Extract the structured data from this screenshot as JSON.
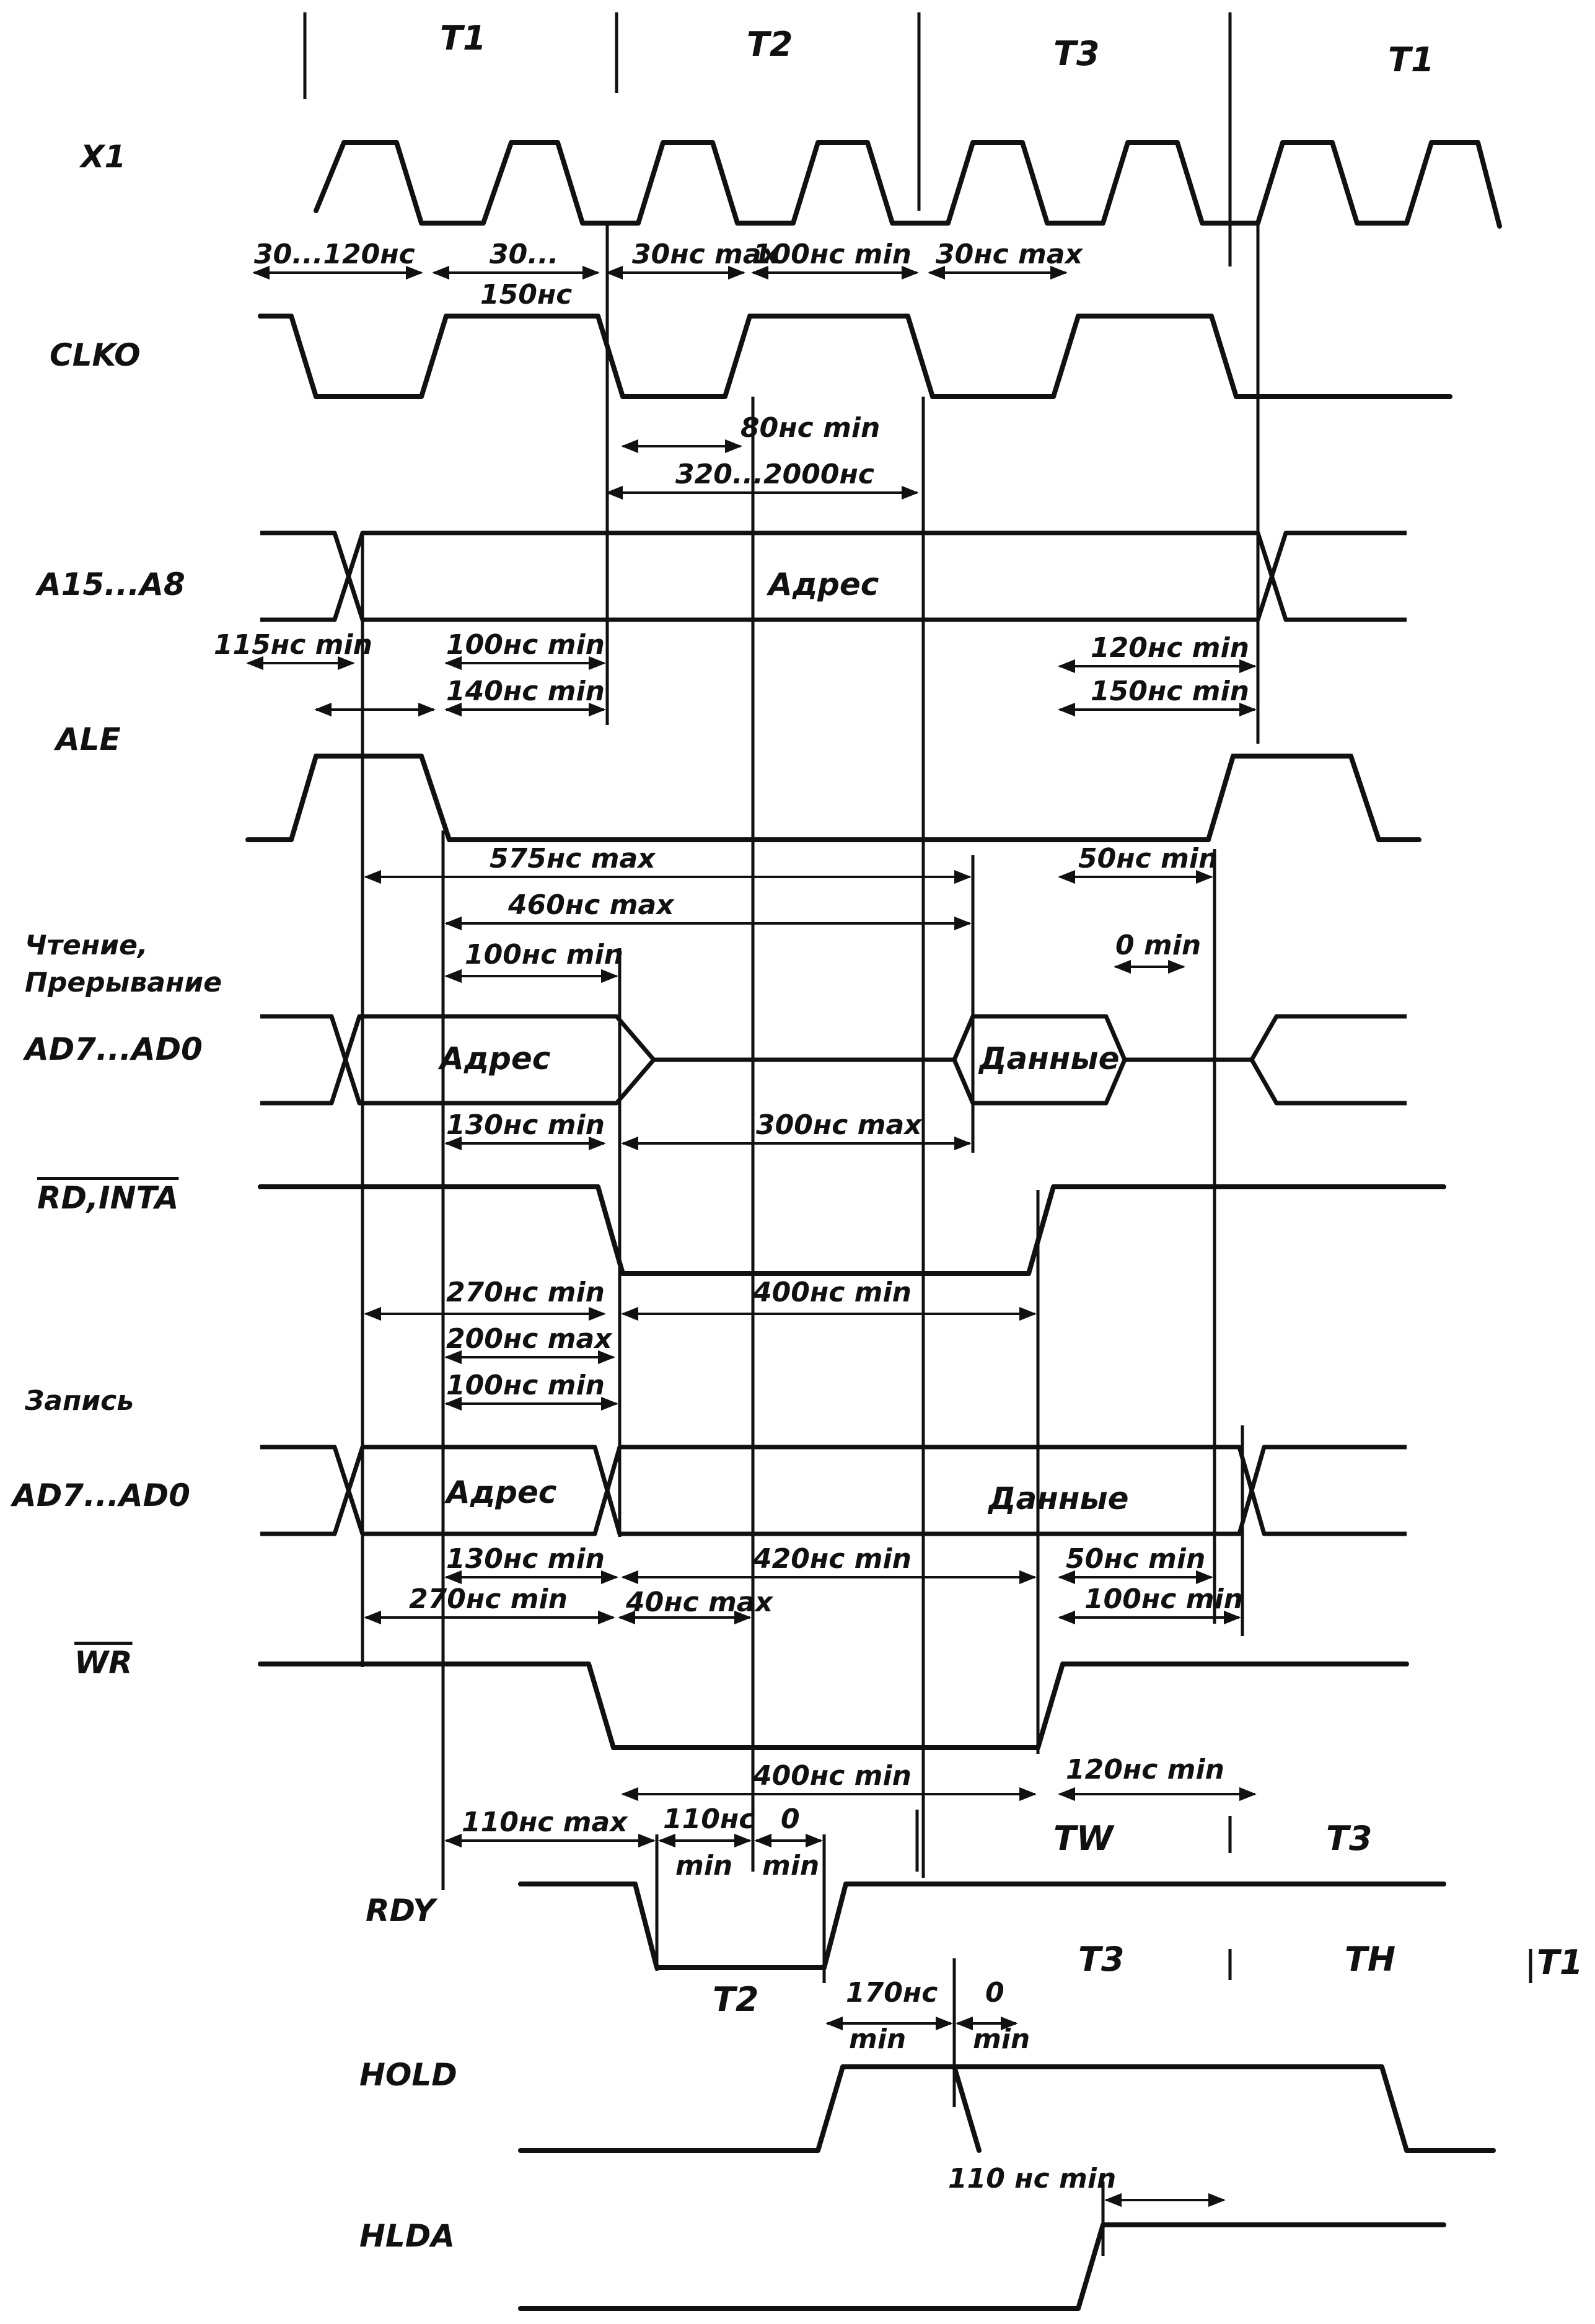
{
  "periods": {
    "top": [
      "T1",
      "T2",
      "T3",
      "T1"
    ],
    "rdy": [
      "TW",
      "T3"
    ],
    "rdy_low": "T2",
    "hold": [
      "T3",
      "TH",
      "T1"
    ]
  },
  "signals": {
    "x1": "X1",
    "clko": "CLKO",
    "a15_a8": "A15...A8",
    "ale": "ALE",
    "read_section_1": "Чтение,",
    "read_section_2": "Прерывание",
    "ad_read": "AD7...AD0",
    "rd_inta": "RD,INTA",
    "write_section": "Запись",
    "ad_write": "AD7...AD0",
    "wr": "WR",
    "rdy": "RDY",
    "hold": "HOLD",
    "hlda": "HLDA"
  },
  "bus_labels": {
    "address": "Адрес",
    "read_address": "Адрес",
    "read_data": "Данные",
    "write_address": "Адрес",
    "write_data": "Данные"
  },
  "timings": {
    "x1_clko_delay": "30...120нс",
    "clko_high_1": "30...",
    "clko_high_2": "150нс",
    "clko_fall": "30нс max",
    "clko_high_min": "100нс min",
    "clko_rise": "30нс max",
    "clko_low_min": "80нс min",
    "clko_period": "320...2000нс",
    "addr_setup_ale": "115нс min",
    "ale_hold": "100нс min",
    "ale_width": "140нс min",
    "addr_hold_rd": "120нс min",
    "ale_to_next": "150нс min",
    "addr_valid_data": "575нс max",
    "ale_valid_data": "460нс max",
    "ale_to_rd": "100нс min",
    "rd_to_ale": "50нс min",
    "data_hold": "0 min",
    "addr_float_rd": "130нс min",
    "rd_to_data": "300нс max",
    "addr_to_rd": "270нс min",
    "rd_width": "400нс min",
    "ale_to_data_w": "200нс max",
    "addr_hold_w": "100нс min",
    "addr_float_w": "130нс min",
    "data_setup_w": "420нс min",
    "wr_to_ale": "50нс min",
    "addr_to_wr": "270нс min",
    "wr_data_delay": "40нс max",
    "data_hold_w": "100нс min",
    "wr_width": "400нс min",
    "wr_to_next_ale": "120нс min",
    "ale_to_rdy": "110нс max",
    "rdy_setup_1": "110нс",
    "rdy_setup_2": "min",
    "rdy_hold_1": "0",
    "rdy_hold_2": "min",
    "hold_setup_1": "170нс",
    "hold_setup_2": "min",
    "hold_hold_1": "0",
    "hold_hold_2": "min",
    "hlda_delay": "110 нс min"
  }
}
